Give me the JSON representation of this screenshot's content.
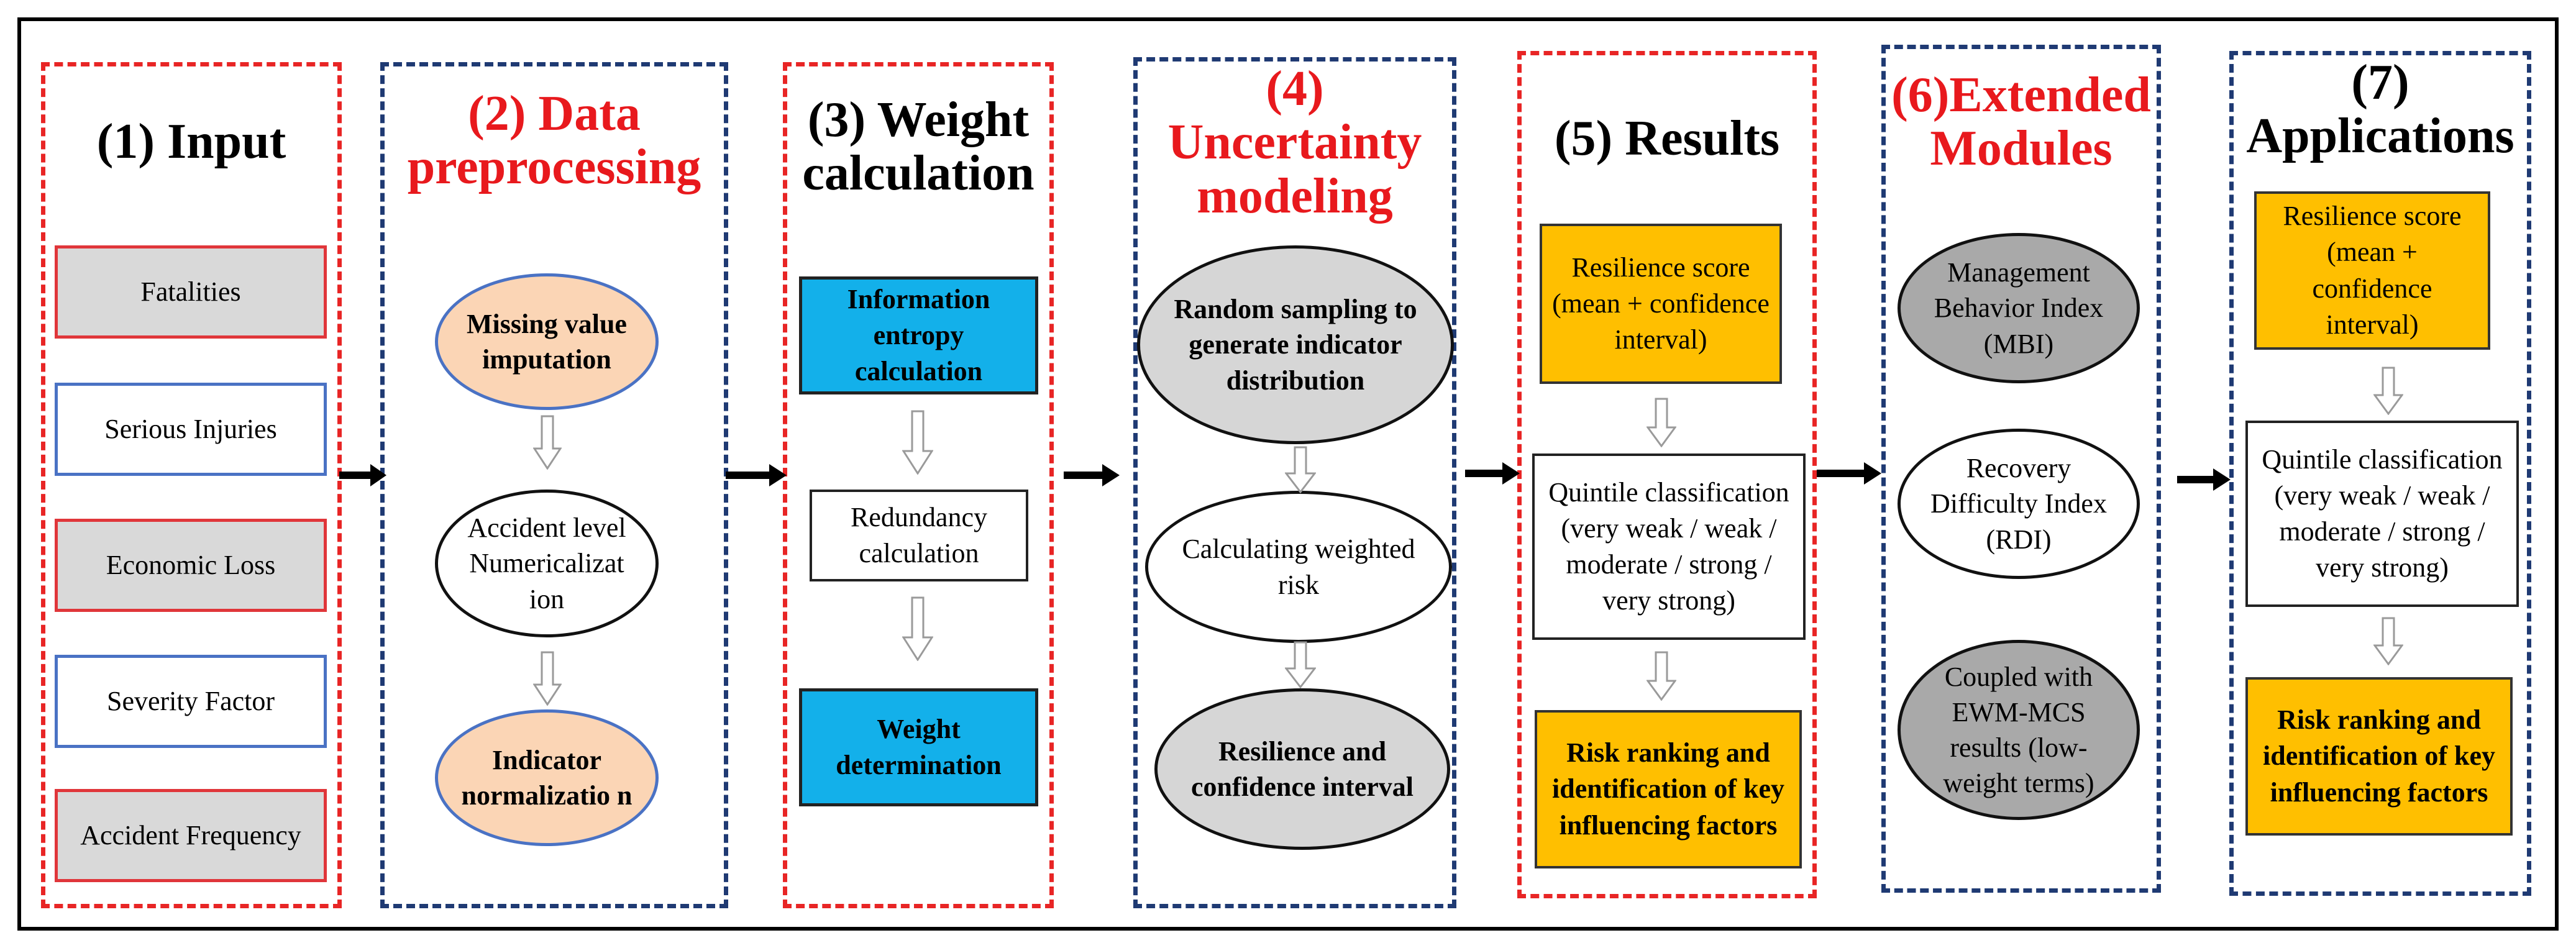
{
  "panels": {
    "p1": {
      "title": "(1) Input",
      "items": [
        "Fatalities",
        "Serious Injuries",
        "Economic Loss",
        "Severity Factor",
        "Accident Frequency"
      ]
    },
    "p2": {
      "title_l1": "(2) Data",
      "title_l2": "preprocessing",
      "missing": "Missing value imputation",
      "accident": "Accident level Numericalizat ion",
      "indicator": "Indicator normalizatio n"
    },
    "p3": {
      "title_l1": "(3) Weight",
      "title_l2": "calculation",
      "entropy": "Information entropy calculation",
      "redundancy": "Redundancy calculation",
      "weight": "Weight determination"
    },
    "p4": {
      "title_l1": "(4)",
      "title_l2": "Uncertainty",
      "title_l3": "modeling",
      "sampling": "Random sampling to generate indicator distribution",
      "weighted": "Calculating weighted risk",
      "resilience": "Resilience and confidence interval"
    },
    "p5": {
      "title": "(5) Results",
      "score": "Resilience score (mean + confidence interval)",
      "quintile": "Quintile classification (very weak / weak / moderate / strong / very strong)",
      "ranking": "Risk ranking and identification of key influencing factors"
    },
    "p6": {
      "title_l1": "(6)Extended",
      "title_l2": "Modules",
      "mbi": "Management Behavior Index (MBI)",
      "rdi": "Recovery Difficulty Index (RDI)",
      "coupled": "Coupled with EWM-MCS results (low-weight terms)"
    },
    "p7": {
      "title_l1": "(7)",
      "title_l2": "Applications",
      "score": "Resilience score (mean + confidence interval)",
      "quintile": "Quintile classification (very weak / weak / moderate / strong / very strong)",
      "ranking": "Risk ranking and identification of key influencing factors"
    }
  },
  "colors": {
    "red_dash": "#e82525",
    "blue_dash": "#1f3a73",
    "cyan": "#13b0ea",
    "yellow": "#ffbf00",
    "peach": "#fbd5b5",
    "gray": "#d9d9d9",
    "dark_gray": "#a9a9a9"
  }
}
